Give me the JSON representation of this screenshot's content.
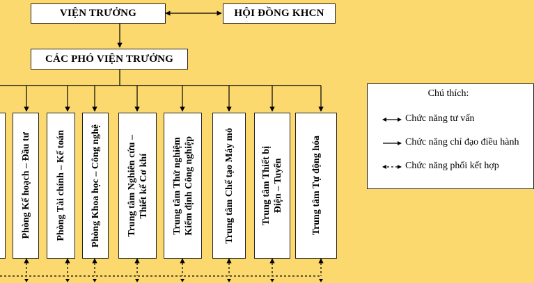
{
  "top": {
    "director": "VIỆN TRƯỞNG",
    "council": "HỘI ĐỒNG KHCN",
    "deputies": "CÁC PHÓ VIỆN TRƯỞNG"
  },
  "departments": [
    {
      "lines": [
        "Phòng Kế hoạch – Đầu tư"
      ]
    },
    {
      "lines": [
        "Phòng Tài chính – Kế toán"
      ]
    },
    {
      "lines": [
        "Phòng Khoa học – Công nghệ"
      ]
    },
    {
      "lines": [
        "Trung tâm Nghiên cứu –",
        "Thiết kế Cơ khí"
      ]
    },
    {
      "lines": [
        "Trung tâm Thử nghiệm",
        "Kiểm định Công nghiệp"
      ]
    },
    {
      "lines": [
        "Trung tâm Chế tạo Máy mỏ"
      ]
    },
    {
      "lines": [
        "Trung tâm Thiết bị",
        "Điện – Tuyển"
      ]
    },
    {
      "lines": [
        "Trung tâm Tự động hóa"
      ]
    }
  ],
  "legend": {
    "title": "Chú thích:",
    "advisory": "Chức năng tư vấn",
    "directive": "Chức năng chỉ đạo điều hành",
    "coordination": "Chức năng phối kết hợp"
  }
}
